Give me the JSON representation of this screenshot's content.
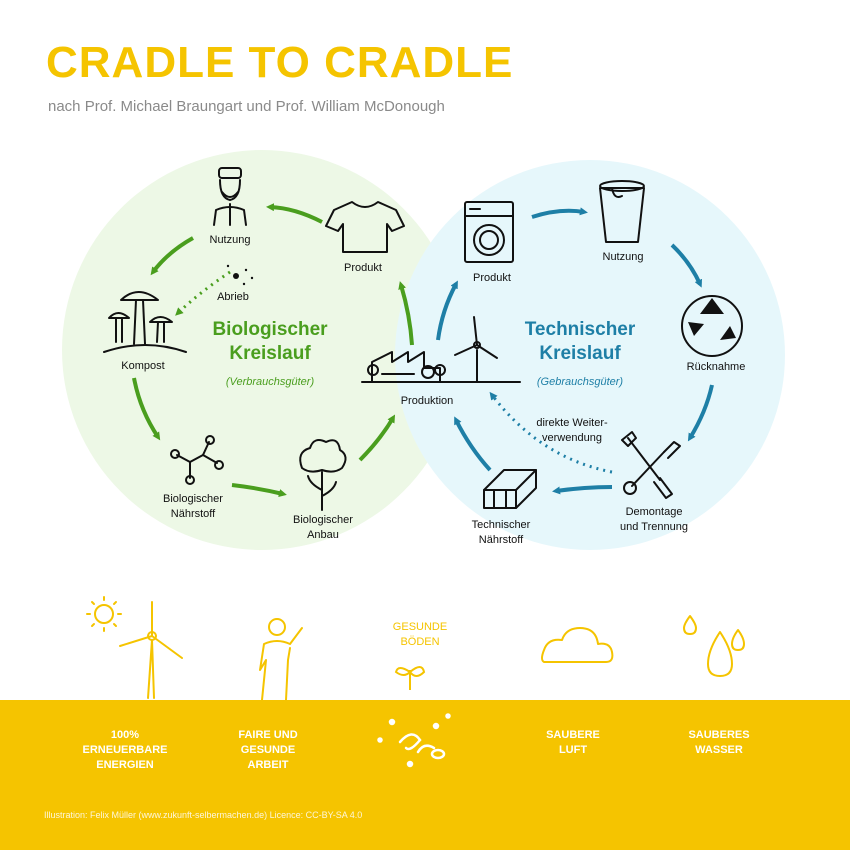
{
  "header": {
    "title": "CRADLE TO CRADLE",
    "subtitle": "nach Prof. Michael Braungart und Prof. William McDonough"
  },
  "bio_cycle": {
    "title_line1": "Biologischer",
    "title_line2": "Kreislauf",
    "subtitle": "(Verbrauchsgüter)",
    "color": "#4a9e1e",
    "bg": "#edf8e6",
    "nodes": {
      "nutzung": "Nutzung",
      "produkt": "Produkt",
      "abrieb": "Abrieb",
      "kompost": "Kompost",
      "naehrstoff_1": "Biologischer",
      "naehrstoff_2": "Nährstoff",
      "anbau_1": "Biologischer",
      "anbau_2": "Anbau"
    }
  },
  "tech_cycle": {
    "title_line1": "Technischer",
    "title_line2": "Kreislauf",
    "subtitle": "(Gebrauchsgüter)",
    "color": "#1e7fa6",
    "bg": "#e6f7fb",
    "nodes": {
      "produkt": "Produkt",
      "nutzung": "Nutzung",
      "ruecknahme": "Rücknahme",
      "demontage_1": "Demontage",
      "demontage_2": "und Trennung",
      "naehrstoff_1": "Technischer",
      "naehrstoff_2": "Nährstoff",
      "weiter_1": "direkte Weiter-",
      "weiter_2": "verwendung"
    }
  },
  "center": {
    "produktion": "Produktion"
  },
  "bottom": {
    "band_color": "#f5c400",
    "gesunde_1": "GESUNDE",
    "gesunde_2": "BÖDEN",
    "items": [
      {
        "l1": "100%",
        "l2": "ERNEUERBARE",
        "l3": "ENERGIEN"
      },
      {
        "l1": "FAIRE UND",
        "l2": "GESUNDE",
        "l3": "ARBEIT"
      },
      {
        "l1": "SAUBERE",
        "l2": "LUFT"
      },
      {
        "l1": "SAUBERES",
        "l2": "WASSER"
      }
    ],
    "credit": "Illustration:  Felix Müller (www.zukunft-selbermachen.de)   Licence: CC-BY-SA 4.0"
  }
}
